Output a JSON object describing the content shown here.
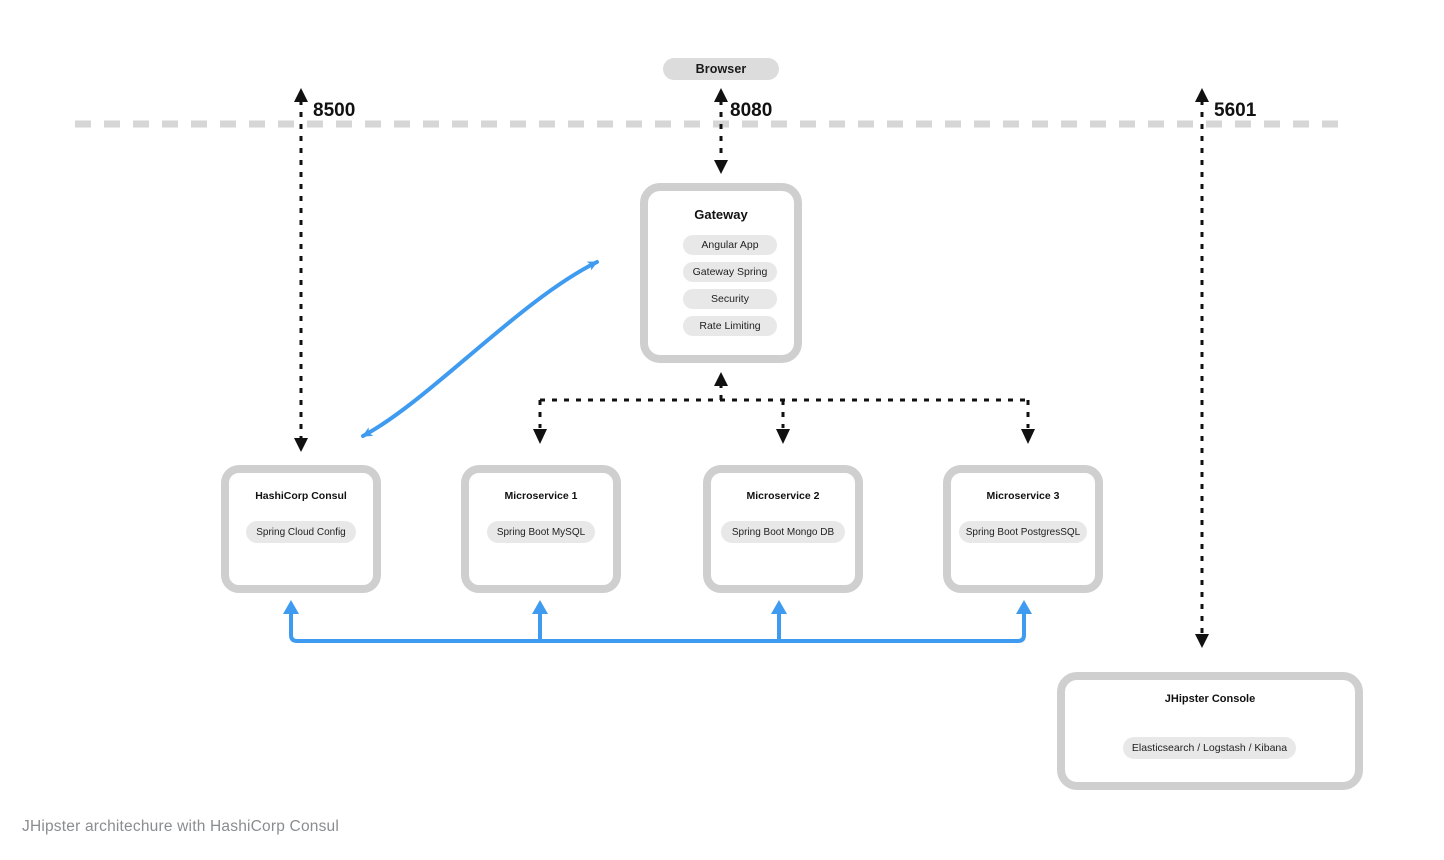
{
  "diagram": {
    "caption": "JHipster architechure with HashiCorp Consul",
    "colors": {
      "accent_blue": "#3f9bf0",
      "dashed_black": "#111111",
      "boundary_grey": "#d6d6d6",
      "card_border": "#cfcfcf",
      "chip_grey": "#e8e8e8",
      "pill_grey": "#dcdcdc"
    },
    "client": {
      "label": "Browser"
    },
    "boundary": {
      "name": "host-boundary",
      "style": "dashed"
    },
    "ports": [
      {
        "name": "consul-port",
        "value": "8500",
        "direction": "bidirectional"
      },
      {
        "name": "gateway-port",
        "value": "8080",
        "direction": "bidirectional"
      },
      {
        "name": "kibana-port",
        "value": "5601",
        "direction": "bidirectional"
      }
    ],
    "gateway": {
      "title": "Gateway",
      "components": [
        "Angular App",
        "Gateway Spring",
        "Security",
        "Rate Limiting"
      ]
    },
    "services": [
      {
        "title": "HashiCorp Consul",
        "component": "Spring Cloud Config"
      },
      {
        "title": "Microservice 1",
        "component": "Spring Boot MySQL"
      },
      {
        "title": "Microservice 2",
        "component": "Spring Boot Mongo DB"
      },
      {
        "title": "Microservice 3",
        "component": "Spring Boot PostgresSQL"
      }
    ],
    "console": {
      "title": "JHipster Console",
      "component": "Elasticsearch / Logstash / Kibana"
    },
    "connections": [
      {
        "name": "browser-to-gateway",
        "style": "dashed",
        "color": "#111111",
        "arrows": "both"
      },
      {
        "name": "consul-registry-link",
        "style": "solid",
        "color": "#3f9bf0",
        "arrows": "both"
      },
      {
        "name": "gateway-to-microservices",
        "style": "dashed",
        "color": "#111111",
        "arrows": "both"
      },
      {
        "name": "logging-bus",
        "style": "solid",
        "color": "#3f9bf0",
        "arrows": "up"
      }
    ]
  }
}
